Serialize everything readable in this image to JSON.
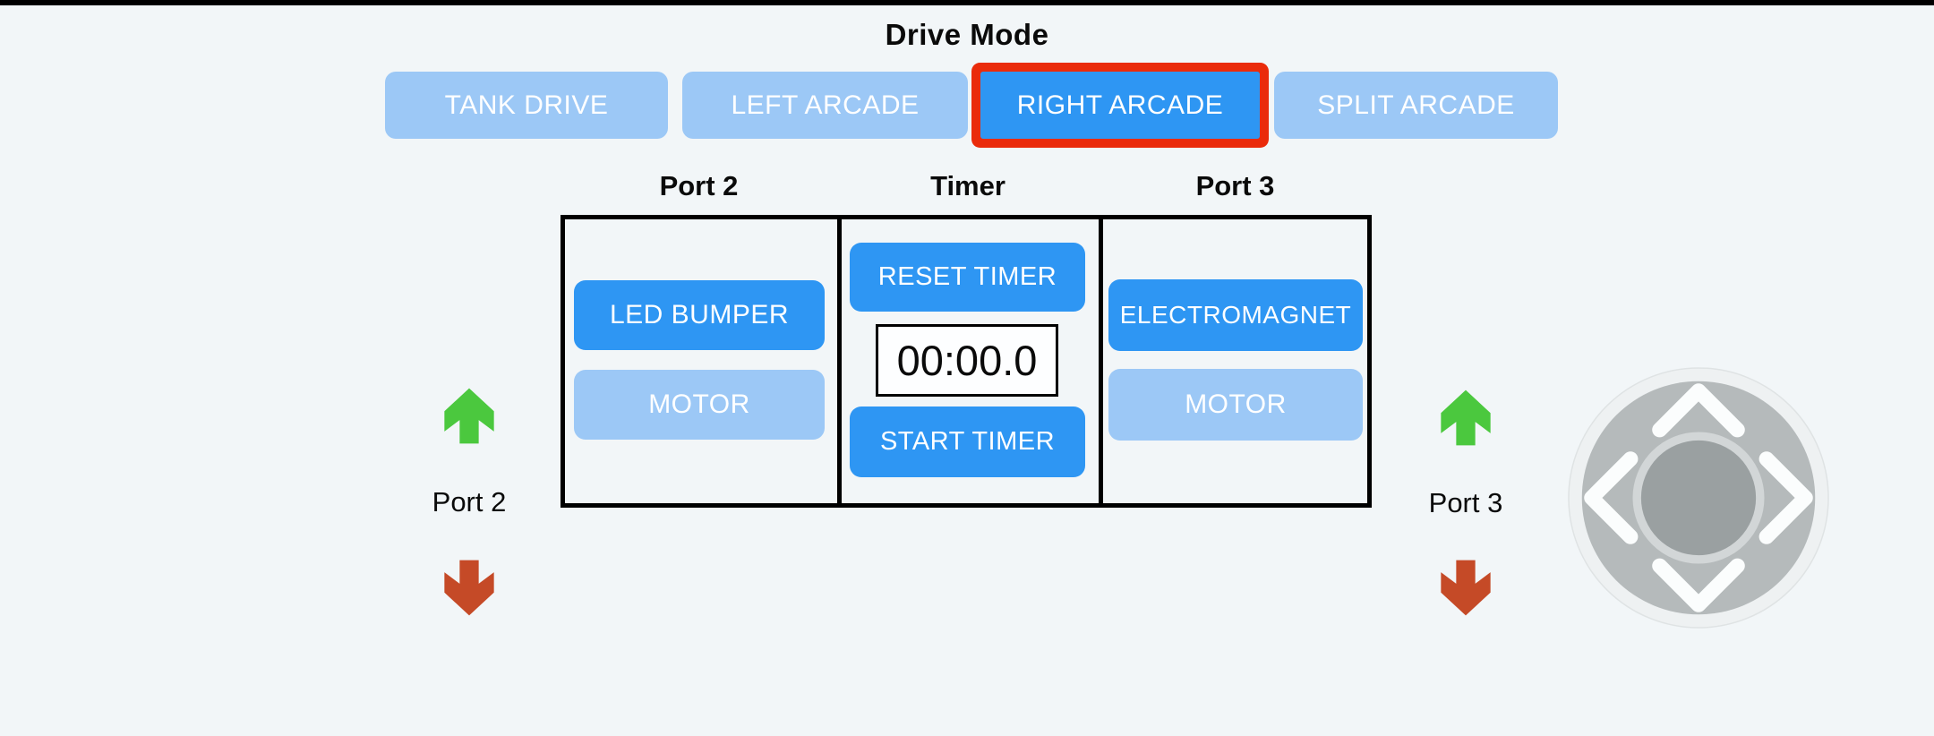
{
  "header": {
    "title": "Drive Mode"
  },
  "drive_modes": {
    "items": [
      {
        "label": "TANK DRIVE",
        "active": false
      },
      {
        "label": "LEFT ARCADE",
        "active": false
      },
      {
        "label": "RIGHT ARCADE",
        "active": true
      },
      {
        "label": "SPLIT ARCADE",
        "active": false
      }
    ]
  },
  "panel": {
    "columns": [
      {
        "header": "Port 2",
        "buttons": [
          {
            "label": "LED BUMPER",
            "state": "active"
          },
          {
            "label": "MOTOR",
            "state": "inactive"
          }
        ]
      },
      {
        "header": "Timer",
        "reset_label": "RESET TIMER",
        "start_label": "START TIMER",
        "display_value": "00:00.0"
      },
      {
        "header": "Port 3",
        "buttons": [
          {
            "label": "ELECTROMAGNET",
            "state": "active"
          },
          {
            "label": "MOTOR",
            "state": "inactive"
          }
        ]
      }
    ]
  },
  "port_indicators": {
    "left": {
      "label": "Port 2",
      "up_icon": "green-up-arrow-icon",
      "down_icon": "red-down-arrow-icon"
    },
    "right": {
      "label": "Port 3",
      "up_icon": "green-up-arrow-icon",
      "down_icon": "red-down-arrow-icon"
    }
  },
  "joystick": {
    "icon": "joystick-pad-icon",
    "chevrons": [
      "up",
      "left",
      "right",
      "down"
    ]
  },
  "colors": {
    "background": "#f2f6f8",
    "active_blue": "#2e96f3",
    "inactive_blue": "#9cc8f6",
    "selected_outline_red": "#ea2b0b",
    "arrow_green": "#4bc83e",
    "arrow_red": "#c54a27",
    "joystick_disk_gray": "#b5babb",
    "joystick_knob_gray": "#9aa0a1"
  }
}
